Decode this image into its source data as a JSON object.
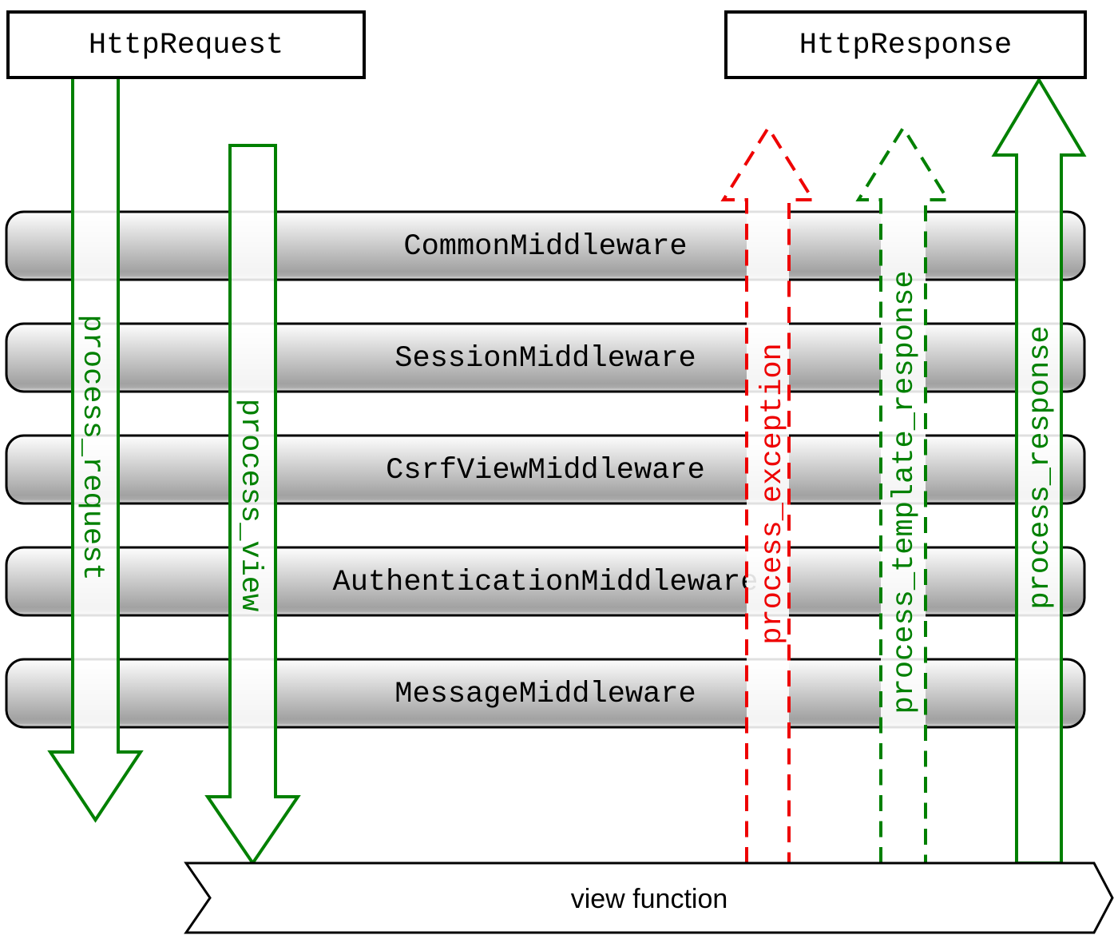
{
  "request_box": {
    "label": "HttpRequest"
  },
  "response_box": {
    "label": "HttpResponse"
  },
  "middleware_bars": [
    "CommonMiddleware",
    "SessionMiddleware",
    "CsrfViewMiddleware",
    "AuthenticationMiddleware",
    "MessageMiddleware"
  ],
  "arrows": {
    "process_request": {
      "label": "process_request",
      "direction": "down",
      "line_style": "solid",
      "color": "#008000"
    },
    "process_view": {
      "label": "process_view",
      "direction": "down",
      "line_style": "solid",
      "color": "#008000"
    },
    "process_exception": {
      "label": "process_exception",
      "direction": "up",
      "line_style": "dashed",
      "color": "#ee0000"
    },
    "process_template_response": {
      "label": "process_template_response",
      "direction": "up",
      "line_style": "dashed",
      "color": "#008000"
    },
    "process_response": {
      "label": "process_response",
      "direction": "up",
      "line_style": "solid",
      "color": "#008000"
    }
  },
  "view_banner": {
    "label": "view function"
  },
  "colors": {
    "green": "#008000",
    "red": "#ee0000",
    "outline_black": "#000000",
    "bar_gradient_top": "#fefefe",
    "bar_gradient_bottom": "#a2a2a2"
  }
}
